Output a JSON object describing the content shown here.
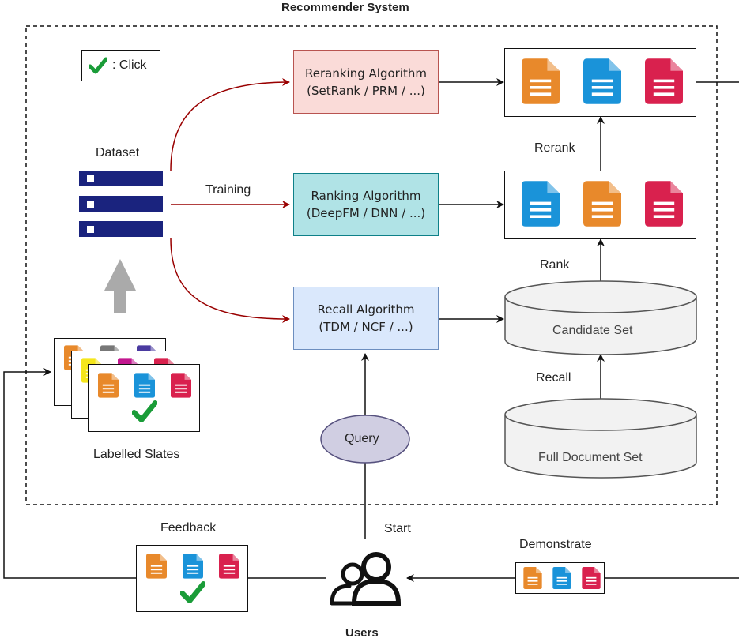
{
  "title": "Recommender System",
  "legend": {
    "label": ": Click",
    "icon": "check-icon"
  },
  "dataset": {
    "label": "Dataset",
    "icon": "server-stack-icon"
  },
  "training_label": "Training",
  "algorithms": {
    "rerank": {
      "line1": "Reranking Algorithm",
      "line2": "(SetRank / PRM / ...)"
    },
    "rank": {
      "line1": "Ranking Algorithm",
      "line2": "(DeepFM / DNN / ...)"
    },
    "recall": {
      "line1": "Recall Algorithm",
      "line2": "(TDM / NCF / ...)"
    }
  },
  "stages": {
    "rerank": "Rerank",
    "rank": "Rank",
    "recall": "Recall"
  },
  "sets": {
    "candidate": "Candidate Set",
    "full": "Full Document Set"
  },
  "query": "Query",
  "start": "Start",
  "labelled_slates": "Labelled Slates",
  "feedback": "Feedback",
  "demonstrate": "Demonstrate",
  "users": "Users",
  "colors": {
    "orange": "#e8892b",
    "blue": "#1a93d9",
    "crimson": "#d9214e",
    "navy": "#1a237e",
    "green": "#1a9c38",
    "dark_red": "#990000",
    "gray": "#777777",
    "yellow": "#f5e61b",
    "purple": "#4a3aa0",
    "magenta": "#c2178f",
    "query_fill": "#d0cee2",
    "query_stroke": "#56517e",
    "arrow_gray": "#aaaaaa"
  }
}
